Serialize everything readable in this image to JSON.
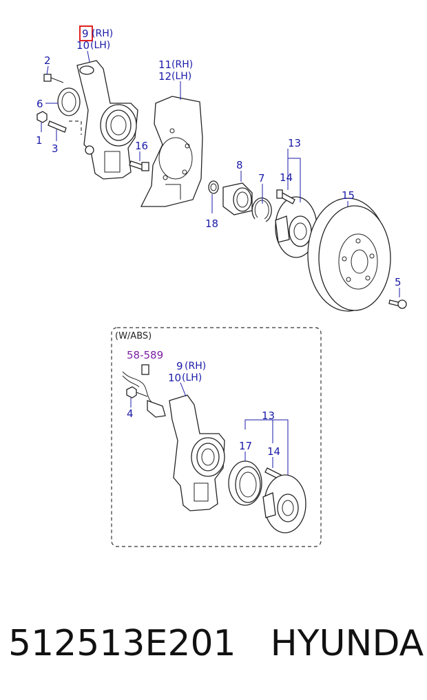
{
  "diagram": {
    "colors": {
      "label": "#1a1aa8",
      "reference": "#7a1fa2",
      "highlight": "#e02020"
    },
    "labels": {
      "p9": "9",
      "p9s": "(RH)",
      "p10": "10",
      "p10s": "(LH)",
      "p2": "2",
      "p6": "6",
      "p1": "1",
      "p3": "3",
      "p16": "16",
      "p11": "11",
      "p11s": "(RH)",
      "p12": "12",
      "p12s": "(LH)",
      "p13": "13",
      "p8": "8",
      "p7": "7",
      "p14": "14",
      "p15": "15",
      "p18": "18",
      "p5": "5"
    },
    "abs_box": {
      "title": "(W/ABS)",
      "ref": "58-589",
      "p9": "9",
      "p9s": "(RH)",
      "p10": "10",
      "p10s": "(LH)",
      "p4": "4",
      "p13": "13",
      "p17": "17",
      "p14": "14"
    }
  },
  "footer": {
    "part_number": "512513E201",
    "brand": "HYUNDAI"
  }
}
